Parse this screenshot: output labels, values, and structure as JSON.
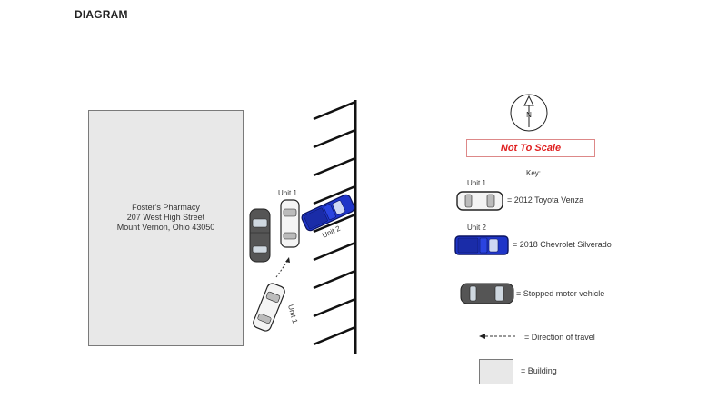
{
  "title": "DIAGRAM",
  "building": {
    "lines": [
      "Foster's Pharmacy",
      "207 West High Street",
      "Mount Vernon, Ohio 43050"
    ]
  },
  "scene_labels": {
    "unit1_top": "Unit 1",
    "unit1_bottom": "Unit 1",
    "unit2": "Unit 2"
  },
  "compass": {
    "letter": "N",
    "icon": "north-arrow-icon"
  },
  "not_to_scale": "Not To Scale",
  "key": {
    "title": "Key:",
    "unit1_label": "Unit 1",
    "unit1_desc": "= 2012 Toyota Venza",
    "unit2_label": "Unit 2",
    "unit2_desc": "= 2018 Chevrolet Silverado",
    "stopped_desc": "= Stopped motor vehicle",
    "direction_desc": "= Direction of travel",
    "building_desc": "= Building"
  },
  "colors": {
    "unit1": "#f4f4f4",
    "unit2": "#1f35c8",
    "stopped": "#555555",
    "building": "#e8e8e8",
    "not_to_scale": "#e02020"
  }
}
